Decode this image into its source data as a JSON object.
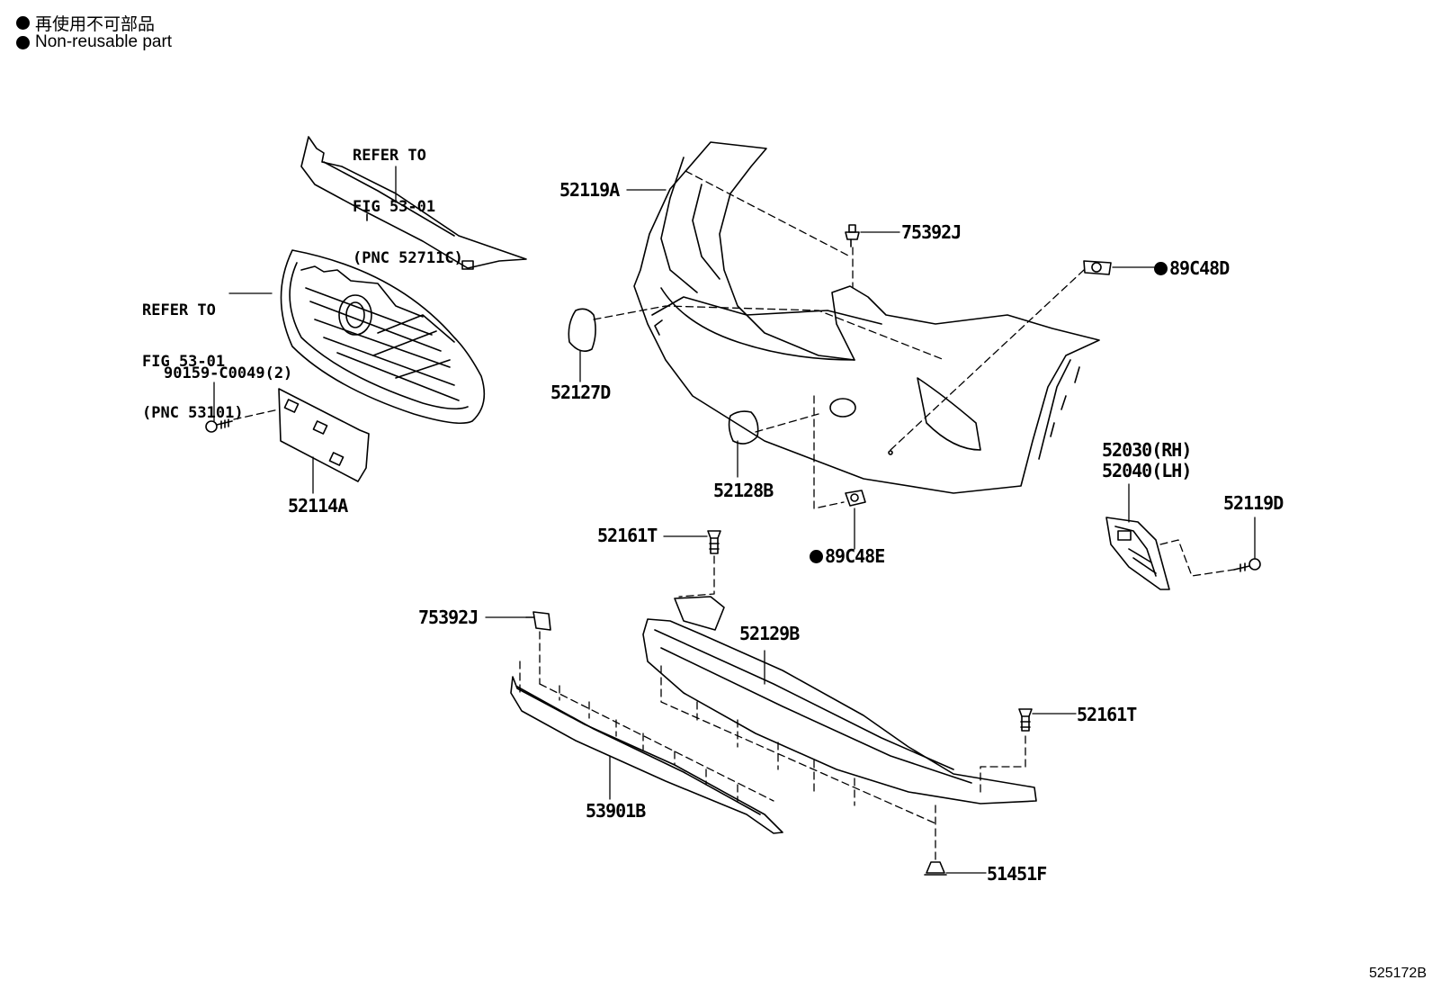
{
  "legend": {
    "jp": "再使用不可部品",
    "en": "Non-reusable part"
  },
  "refer_upper": [
    "REFER TO",
    "FIG 53-01",
    "(PNC 52711C)"
  ],
  "refer_grille": [
    "REFER TO",
    "FIG 53-01",
    "(PNC 53101)"
  ],
  "parts": {
    "p52119A": "52119A",
    "p75392J_top": "75392J",
    "p89C48D": "89C48D",
    "p52127D": "52127D",
    "p52128B": "52128B",
    "p89C48E": "89C48E",
    "p90159": "90159-C0049(2)",
    "p52114A": "52114A",
    "p52030": "52030(RH)",
    "p52040": "52040(LH)",
    "p52119D": "52119D",
    "p52161T_top": "52161T",
    "p75392J_bot": "75392J",
    "p52129B": "52129B",
    "p52161T_right": "52161T",
    "p53901B": "53901B",
    "p51451F": "51451F"
  },
  "figure_id": "525172B"
}
